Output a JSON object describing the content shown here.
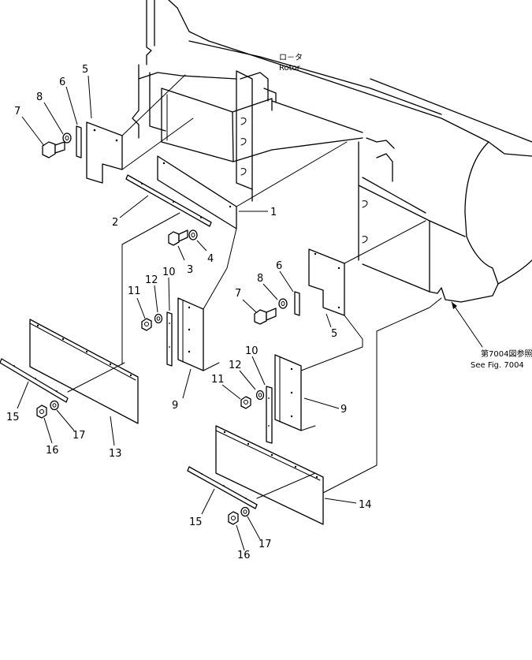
{
  "labels": {
    "rotor_jp": "ロ－タ",
    "rotor": "Rotor",
    "fig_ref_jp": "第7004図参照",
    "fig_ref": "See Fig. 7004"
  },
  "callouts": [
    {
      "id": "c1",
      "text": "1"
    },
    {
      "id": "c2",
      "text": "2"
    },
    {
      "id": "c3",
      "text": "3"
    },
    {
      "id": "c4",
      "text": "4"
    },
    {
      "id": "c5a",
      "text": "5"
    },
    {
      "id": "c5b",
      "text": "5"
    },
    {
      "id": "c6a",
      "text": "6"
    },
    {
      "id": "c6b",
      "text": "6"
    },
    {
      "id": "c7a",
      "text": "7"
    },
    {
      "id": "c7b",
      "text": "7"
    },
    {
      "id": "c8a",
      "text": "8"
    },
    {
      "id": "c8b",
      "text": "8"
    },
    {
      "id": "c9a",
      "text": "9"
    },
    {
      "id": "c9b",
      "text": "9"
    },
    {
      "id": "c10a",
      "text": "10"
    },
    {
      "id": "c10b",
      "text": "10"
    },
    {
      "id": "c11a",
      "text": "11"
    },
    {
      "id": "c11b",
      "text": "11"
    },
    {
      "id": "c12a",
      "text": "12"
    },
    {
      "id": "c12b",
      "text": "12"
    },
    {
      "id": "c13",
      "text": "13"
    },
    {
      "id": "c14",
      "text": "14"
    },
    {
      "id": "c15a",
      "text": "15"
    },
    {
      "id": "c15b",
      "text": "15"
    },
    {
      "id": "c16a",
      "text": "16"
    },
    {
      "id": "c16b",
      "text": "16"
    },
    {
      "id": "c17a",
      "text": "17"
    },
    {
      "id": "c17b",
      "text": "17"
    }
  ]
}
